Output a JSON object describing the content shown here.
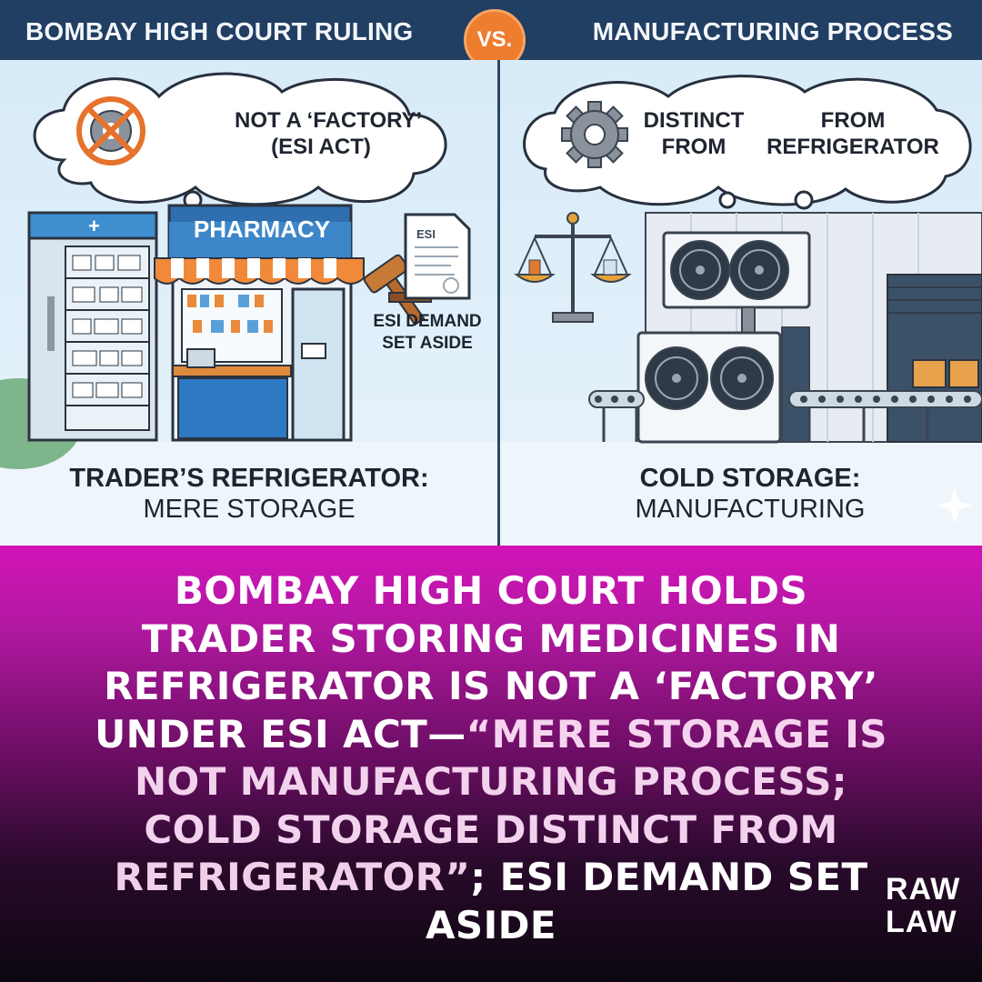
{
  "header": {
    "left_title": "BOMBAY HIGH COURT RULING",
    "vs_label": "VS.",
    "right_title": "MANUFACTURING PROCESS"
  },
  "left_panel": {
    "thought_bubble": [
      "NOT A ‘FACTORY’",
      "(ESI ACT)"
    ],
    "shop_sign": "PHARMACY",
    "document_label": "ESI",
    "demand_note": [
      "ESI DEMAND",
      "SET ASIDE"
    ],
    "caption": {
      "line1": "TRADER’S REFRIGERATOR:",
      "line2": "MERE STORAGE"
    },
    "icons": [
      "crossed-gear-icon",
      "refrigerator-icon",
      "pharmacy-icon",
      "gavel-icon",
      "document-icon"
    ]
  },
  "right_panel": {
    "thought_bubble_left": [
      "DISTINCT",
      "FROM"
    ],
    "thought_bubble_right": [
      "FROM",
      "REFRIGERATOR"
    ],
    "caption": {
      "line1": "COLD STORAGE:",
      "line2": "MANUFACTURING"
    },
    "icons": [
      "gear-icon",
      "scale-icon",
      "cooling-unit-icon",
      "conveyor-icon",
      "warehouse-icon"
    ]
  },
  "headline": {
    "line1": "BOMBAY HIGH COURT HOLDS",
    "line2": "TRADER STORING MEDICINES IN",
    "line3": "REFRIGERATOR IS NOT A ‘FACTORY’",
    "line4_white": "UNDER ESI ACT—",
    "line4_quote": "“MERE STORAGE IS",
    "line5": "NOT MANUFACTURING PROCESS;",
    "line6": "COLD STORAGE DISTINCT FROM",
    "line7_quote": "REFRIGERATOR”",
    "line7_white": "; ESI DEMAND SET",
    "line8": "ASIDE"
  },
  "brand": {
    "line1": "RAW",
    "line2": "LAW"
  },
  "colors": {
    "header_bg": "#213e63",
    "vs_badge": "#ee7d2f",
    "panel_sky": "#cfe6f5",
    "headline_gradient_top": "#d214b8",
    "headline_gradient_bottom": "#0c0710"
  }
}
